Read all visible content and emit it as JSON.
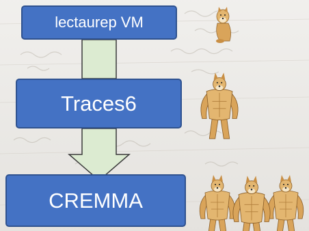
{
  "diagram": {
    "nodes": [
      {
        "id": "vm",
        "label": "lectaurep VM"
      },
      {
        "id": "traces",
        "label": "Traces6"
      },
      {
        "id": "cremma",
        "label": "CREMMA"
      }
    ],
    "edges": [
      {
        "from": "vm",
        "to": "traces"
      },
      {
        "from": "traces",
        "to": "cremma"
      }
    ],
    "mascots": [
      {
        "node": "vm",
        "icon": "cheems-doge-icon",
        "count": 1
      },
      {
        "node": "traces",
        "icon": "buff-doge-icon",
        "count": 1
      },
      {
        "node": "cremma",
        "icon": "buff-doge-icon",
        "count": 3
      }
    ]
  },
  "colors": {
    "box_fill": "#4472c4",
    "box_border": "#2f528f",
    "arrow_fill": "#dcebd1",
    "arrow_stroke": "#3a3a3a",
    "doge_fur": "#d9a45a"
  }
}
